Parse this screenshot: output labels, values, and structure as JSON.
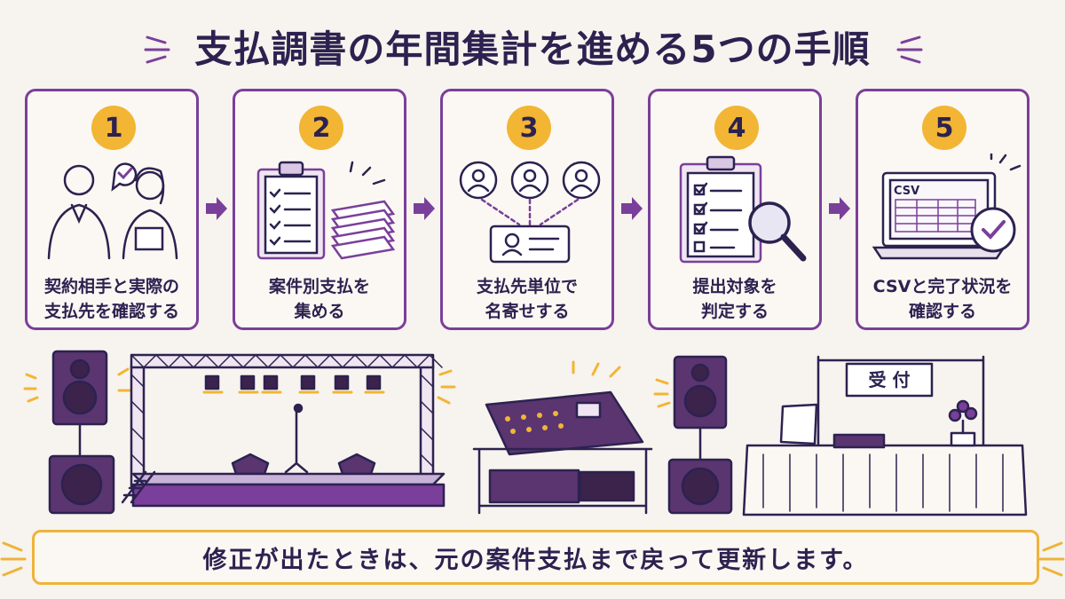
{
  "title": "支払調書の年間集計を進める5つの手順",
  "steps": [
    {
      "number": "1",
      "label_line1": "契約相手と実際の",
      "label_line2": "支払先を確認する"
    },
    {
      "number": "2",
      "label_line1": "案件別支払を",
      "label_line2": "集める"
    },
    {
      "number": "3",
      "label_line1": "支払先単位で",
      "label_line2": "名寄せする"
    },
    {
      "number": "4",
      "label_line1": "提出対象を",
      "label_line2": "判定する"
    },
    {
      "number": "5",
      "label_line1": "CSVと完了状況を",
      "label_line2": "確認する"
    }
  ],
  "laptop_screen_text": "CSV",
  "reception_sign": "受 付",
  "note": "修正が出たときは、元の案件支払まで戻って更新します。",
  "colors": {
    "accent": "#7a3f9a",
    "badge": "#f2b534",
    "note_border": "#efb33a",
    "ink": "#2c2250"
  },
  "icons": [
    "people-talking-icon",
    "clipboard-checklist-icon",
    "person-merge-icon",
    "clipboard-magnifier-icon",
    "laptop-csv-check-icon",
    "arrow-right-icon"
  ]
}
